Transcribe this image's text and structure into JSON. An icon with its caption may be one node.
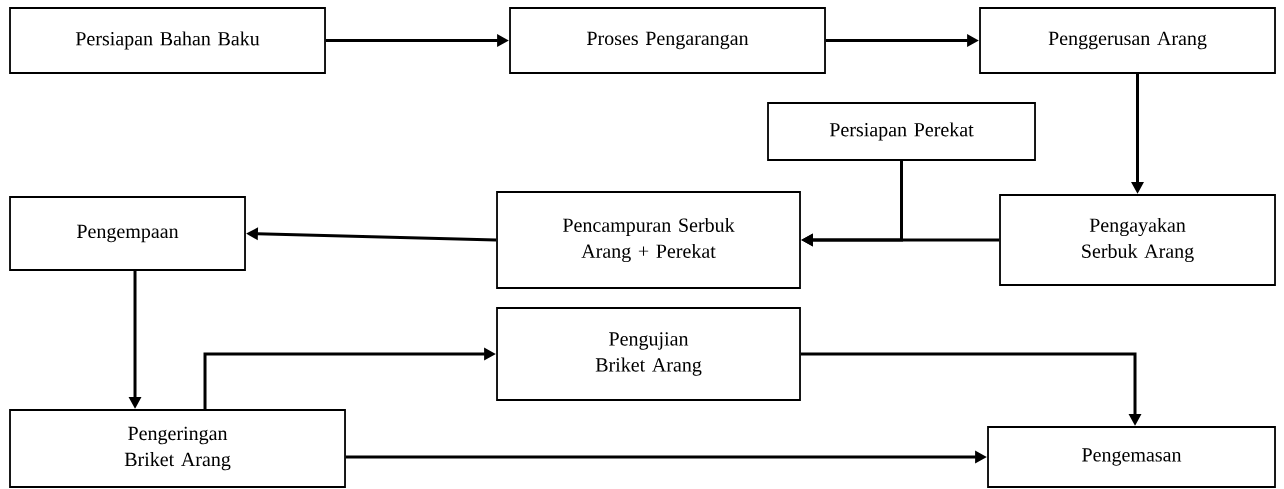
{
  "diagram": {
    "nodes": [
      {
        "text": [
          "Persiapan Bahan Baku"
        ]
      },
      {
        "text": [
          "Proses Pengarangan"
        ]
      },
      {
        "text": [
          "Penggerusan Arang"
        ]
      },
      {
        "text": [
          "Persiapan Perekat"
        ]
      },
      {
        "text": [
          "Pengayakan Serbuk Arang"
        ]
      },
      {
        "text": [
          "Pencampuran Serbuk Arang + Perekat"
        ]
      },
      {
        "text": [
          "Pengempaan"
        ]
      },
      {
        "text": [
          "Pengujian Briket Arang"
        ]
      },
      {
        "text": [
          "Pengeringan Briket Arang"
        ]
      },
      {
        "text": [
          "Pengemasan"
        ]
      }
    ],
    "edges": [
      {
        "from": 0,
        "to": 1,
        "arrow": "to"
      },
      {
        "from": 1,
        "to": 2,
        "arrow": "to"
      },
      {
        "from": 2,
        "to": 4,
        "arrow": "to"
      },
      {
        "from": 4,
        "to": 5,
        "arrow": "to"
      },
      {
        "from": 3,
        "to": 5,
        "arrow": "to"
      },
      {
        "from": 5,
        "to": 6,
        "arrow": "to"
      },
      {
        "from": 6,
        "to": 8,
        "arrow": "to"
      },
      {
        "from": 8,
        "to": 7,
        "arrow": "to"
      },
      {
        "from": 7,
        "to": 9,
        "arrow": "to"
      },
      {
        "from": 8,
        "to": 9,
        "arrow": "to"
      }
    ]
  }
}
